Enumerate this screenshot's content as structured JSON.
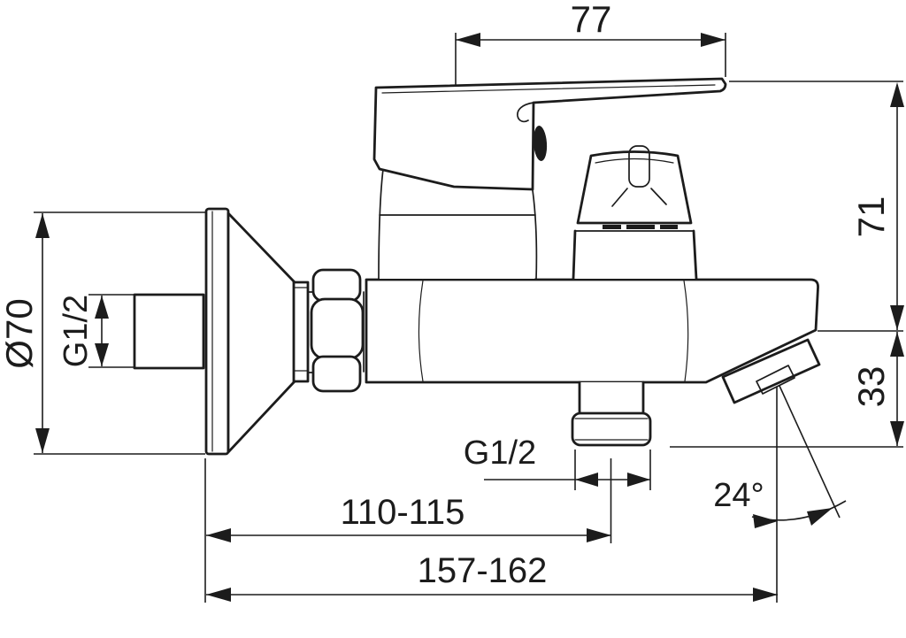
{
  "diagram": {
    "type": "technical-dimension-drawing",
    "subject": "wall-mounted single-lever bath shower mixer, side view",
    "background_color": "#ffffff",
    "line_color": "#1c1c1c",
    "labels": {
      "handle_width": "77",
      "height_handle_to_spout": "71",
      "spout_drop": "33",
      "flange_diameter": "Ø70",
      "wall_inlet_thread": "G1/2",
      "bottom_outlet_thread": "G1/2",
      "wall_to_bottom_outlet": "110-115",
      "wall_to_spout_outlet": "157-162",
      "spout_angle": "24°"
    }
  }
}
